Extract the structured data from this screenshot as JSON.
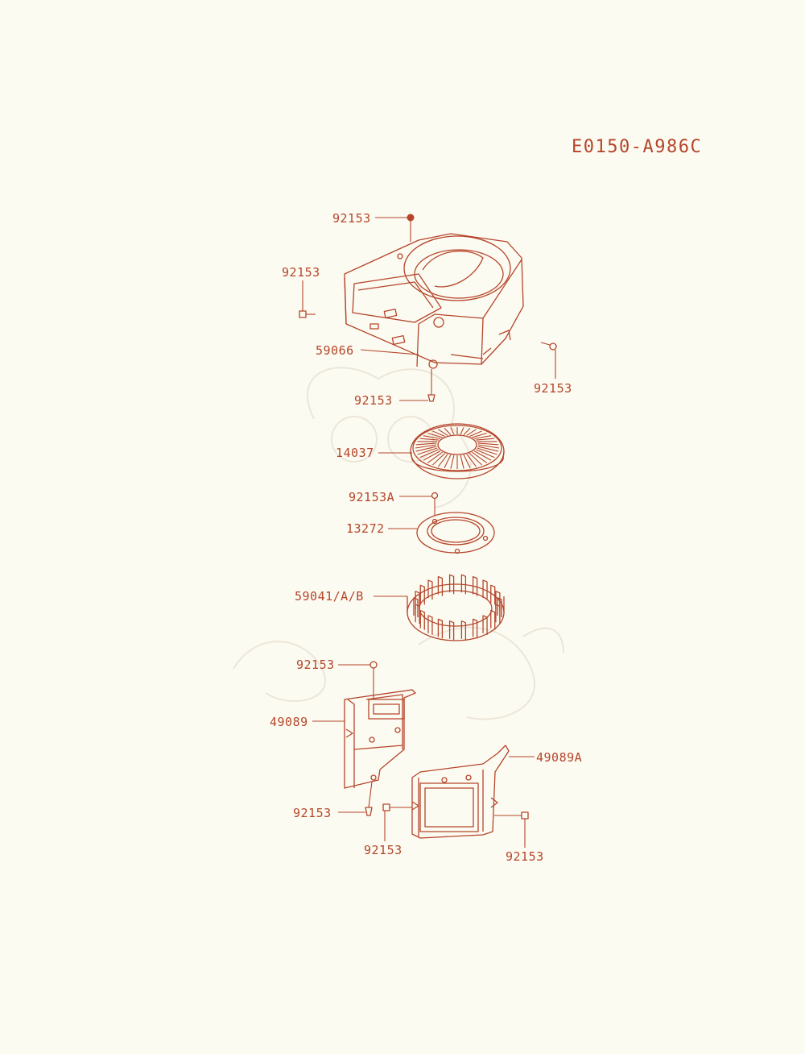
{
  "diagram_code": "E0150-A986C",
  "colors": {
    "line": "#b5452b",
    "background": "#fcfbf1"
  },
  "callouts": [
    "92153",
    "92153",
    "59066",
    "92153",
    "92153",
    "14037",
    "92153A",
    "13272",
    "59041/A/B",
    "92153",
    "49089",
    "49089A",
    "92153",
    "92153",
    "92153"
  ]
}
